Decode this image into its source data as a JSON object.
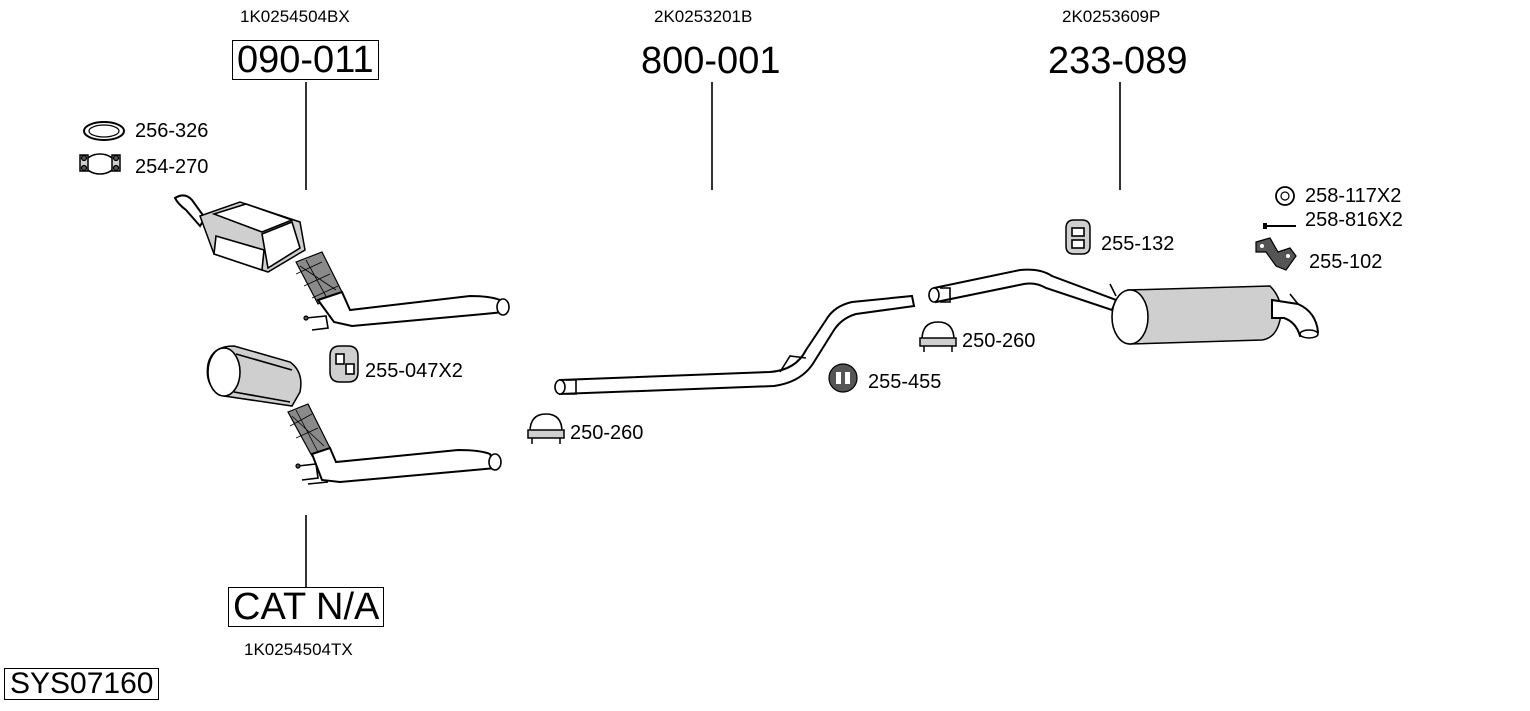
{
  "header": {
    "oem_left": "1K0254504BX",
    "oem_mid": "2K0253201B",
    "oem_right": "2K0253609P"
  },
  "assemblies": {
    "left_number": "090-011",
    "mid_number": "800-001",
    "right_number": "233-089",
    "bottom_number": "CAT N/A",
    "bottom_oem": "1K0254504TX"
  },
  "parts": {
    "gasket": "256-326",
    "clamp_top": "254-270",
    "hanger_left": "255-047X2",
    "clamp_mid_left": "250-260",
    "hanger_mid": "255-455",
    "clamp_mid_right": "250-260",
    "hanger_right": "255-132",
    "washer": "258-117X2",
    "bolt": "258-816X2",
    "bracket": "255-102"
  },
  "system": {
    "code": "SYS07160"
  }
}
